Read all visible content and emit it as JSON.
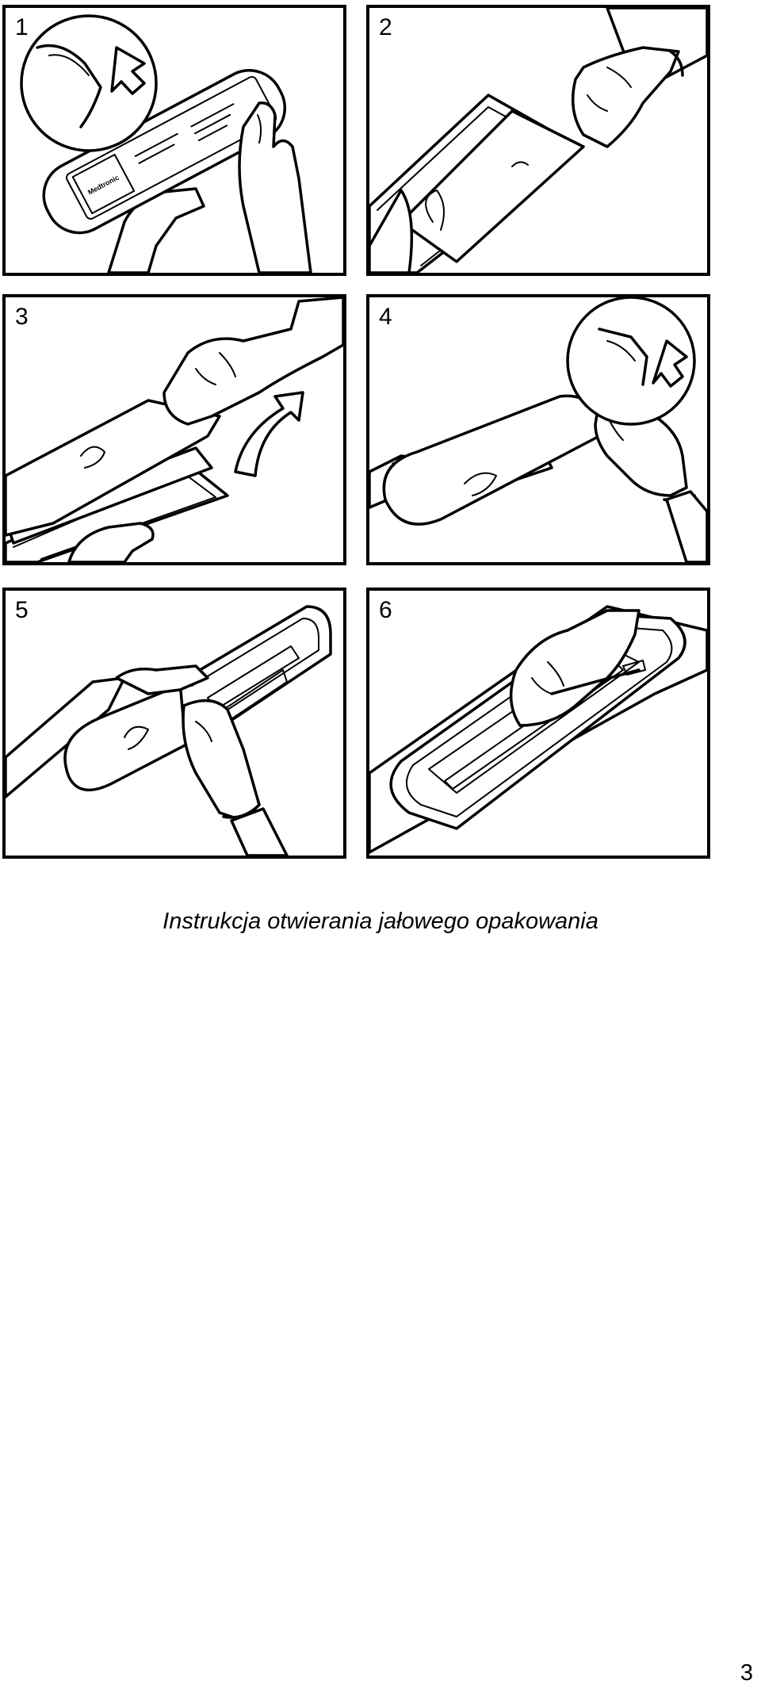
{
  "steps": [
    {
      "number": "1",
      "brand_label": "Medtronic"
    },
    {
      "number": "2"
    },
    {
      "number": "3"
    },
    {
      "number": "4"
    },
    {
      "number": "5"
    },
    {
      "number": "6"
    }
  ],
  "caption": "Instrukcja otwierania jałowego opakowania",
  "page_number": "3"
}
